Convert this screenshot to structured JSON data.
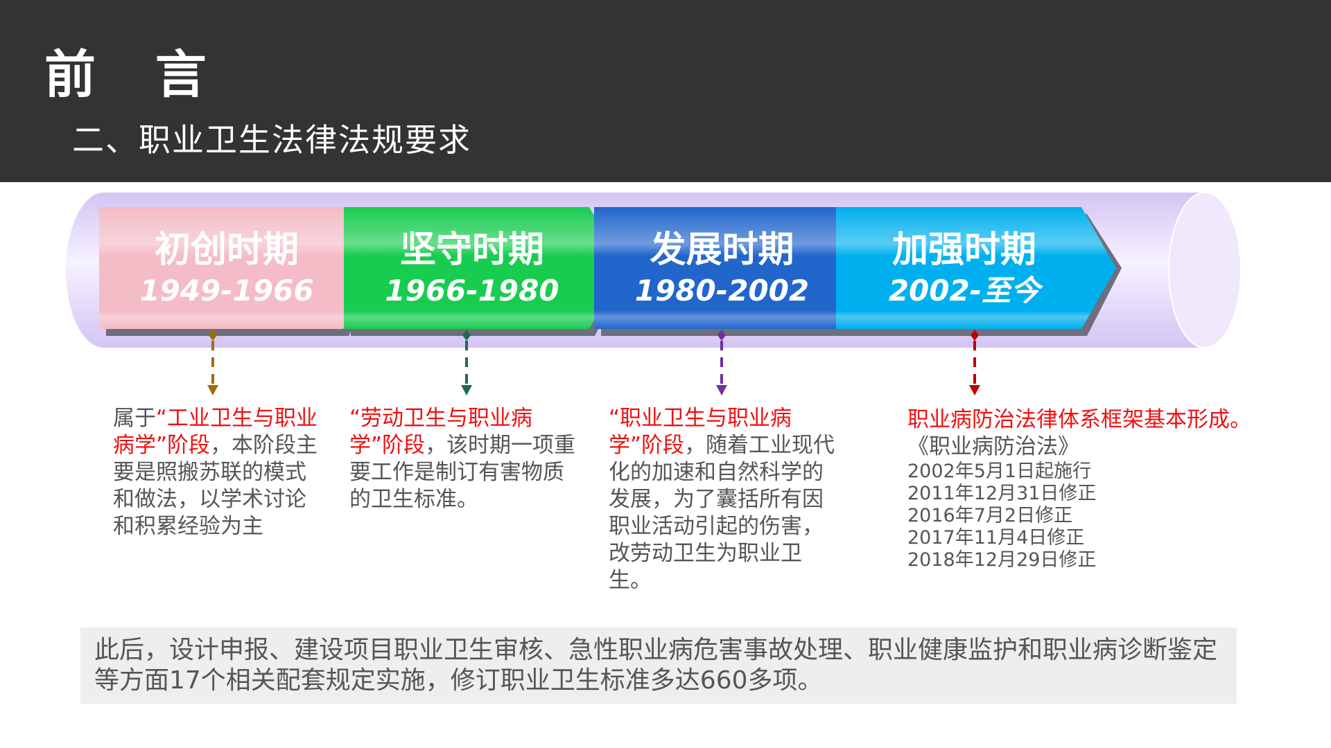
{
  "header": {
    "title": "前 言",
    "subtitle": "二、职业卫生法律法规要求"
  },
  "periods": [
    {
      "name": "初创时期",
      "years": "1949-1966",
      "color": "#f4bcc6",
      "marker": "#9a7000"
    },
    {
      "name": "坚守时期",
      "years": "1966-1980",
      "color": "#18cc50",
      "marker": "#1e6b4a"
    },
    {
      "name": "发展时期",
      "years": "1980-2002",
      "color": "#2266cc",
      "marker": "#7030a0"
    },
    {
      "name": "加强时期",
      "years": "2002-至今",
      "color": "#00b0ee",
      "marker": "#c00000"
    }
  ],
  "descriptions": {
    "p1": {
      "pre": "属于",
      "red": "“工业卫生与职业病学”阶段",
      "post": "，本阶段主要是照搬苏联的模式和做法，以学术讨论和积累经验为主"
    },
    "p2": {
      "red": "“劳动卫生与职业病学”阶段",
      "post": "，该时期一项重要工作是制订有害物质的卫生标准。"
    },
    "p3": {
      "red": "“职业卫生与职业病学”阶段",
      "post": "，随着工业现代化的加速和自然科学的发展，为了囊括所有因职业活动引起的伤害，改劳动卫生为职业卫生。"
    },
    "p4": {
      "red": "职业病防治法律体系框架基本形成。",
      "law": "《职业病防治法》",
      "dates": [
        "2002年5月1日起施行",
        "2011年12月31日修正",
        "2016年7月2日修正",
        "2017年11月4日修正",
        "2018年12月29日修正"
      ]
    }
  },
  "bottom_text": "此后，设计申报、建设项目职业卫生审核、急性职业病危害事故处理、职业健康监护和职业病诊断鉴定等方面17个相关配套规定实施，修订职业卫生标准多达660多项。"
}
